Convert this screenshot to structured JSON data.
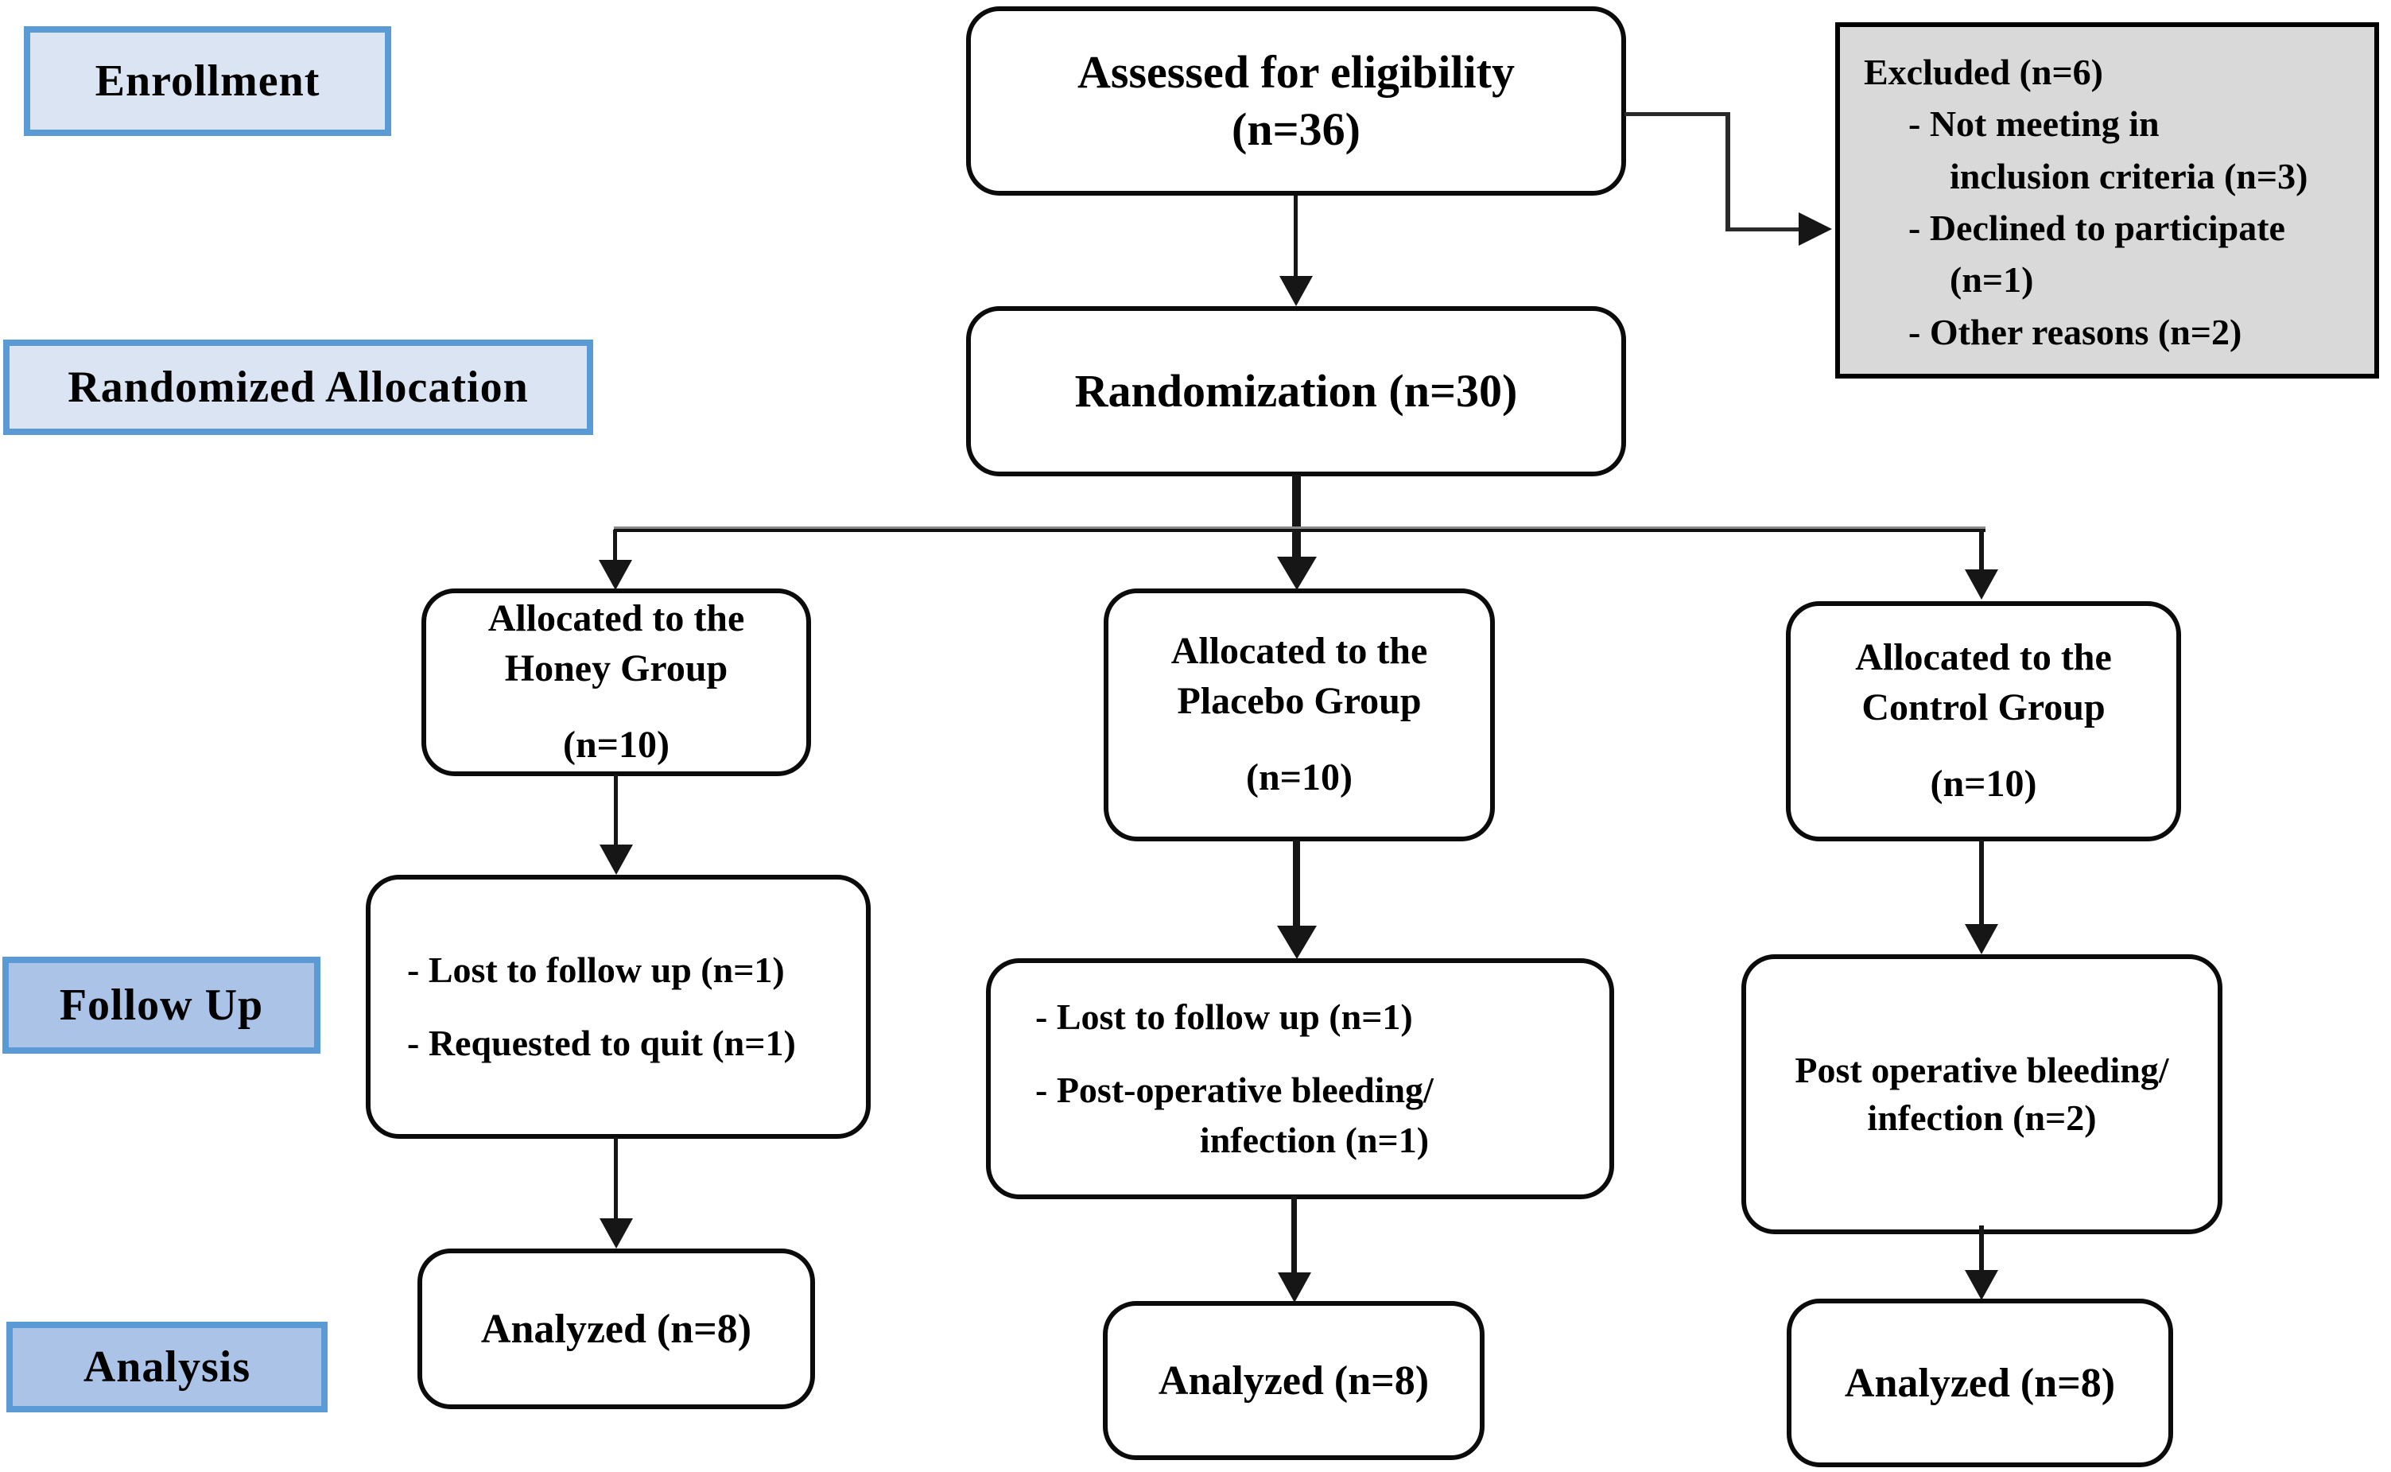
{
  "diagram_title": "CONSORT participant flow diagram",
  "colors": {
    "label_border_blue": "#5b9bd5",
    "label_fill_light": "#dbe4f3",
    "label_fill_medium": "#aac3e7",
    "excluded_fill": "#d9d9d9",
    "box_border": "#0b0b0b",
    "line": "#161616",
    "background": "#ffffff"
  },
  "labels": {
    "enrollment": "Enrollment",
    "randomized_allocation": "Randomized Allocation",
    "follow_up": "Follow Up",
    "analysis": "Analysis"
  },
  "nodes": {
    "assessed": {
      "line1": "Assessed for eligibility",
      "line2": "(n=36)"
    },
    "excluded": {
      "title": "Excluded (n=6)",
      "items": [
        "- Not meeting in",
        "inclusion criteria (n=3)",
        "- Declined to participate",
        "(n=1)",
        "- Other reasons (n=2)"
      ]
    },
    "randomization": {
      "text": "Randomization (n=30)"
    },
    "honey": {
      "line1": "Allocated to the",
      "line2": "Honey Group",
      "line3": "(n=10)"
    },
    "placebo": {
      "line1": "Allocated to the",
      "line2": "Placebo Group",
      "line3": "(n=10)"
    },
    "control": {
      "line1": "Allocated to the",
      "line2": "Control Group",
      "line3": "(n=10)"
    },
    "fu_honey": {
      "items": [
        "- Lost to follow up (n=1)",
        "- Requested to quit (n=1)"
      ]
    },
    "fu_placebo": {
      "items": [
        "- Lost to follow up (n=1)",
        "- Post-operative bleeding/",
        "infection (n=1)"
      ]
    },
    "fu_control": {
      "line1": "Post operative bleeding/",
      "line2": "infection (n=2)"
    },
    "analyzed_honey": {
      "text": "Analyzed (n=8)"
    },
    "analyzed_placebo": {
      "text": "Analyzed (n=8)"
    },
    "analyzed_control": {
      "text": "Analyzed (n=8)"
    }
  }
}
